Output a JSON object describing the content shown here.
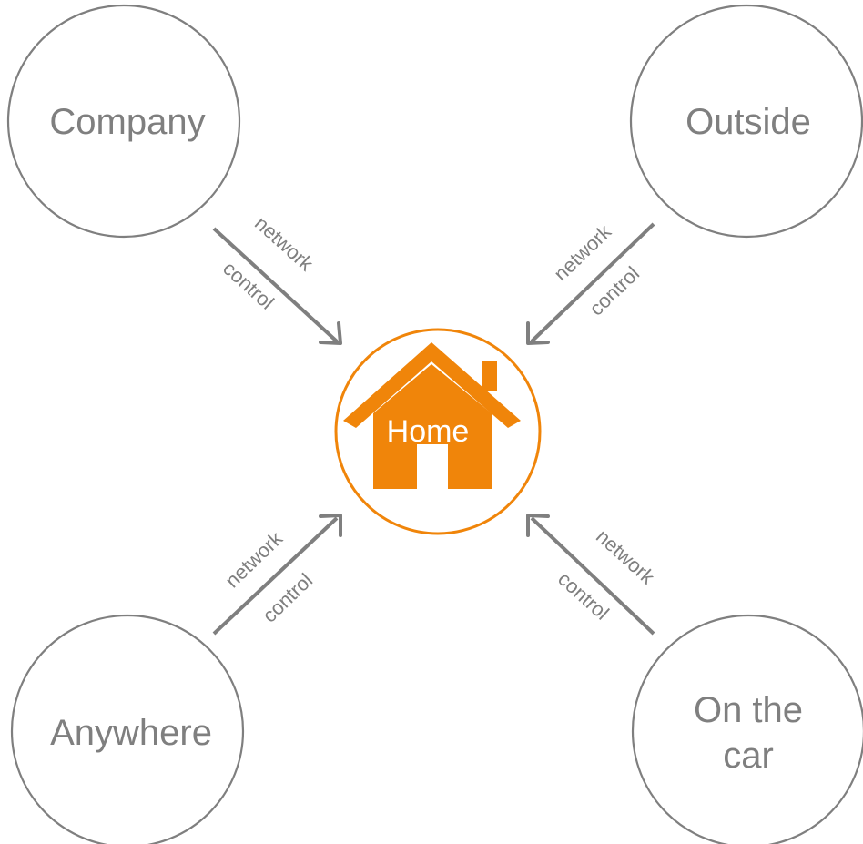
{
  "center": {
    "label": "Home",
    "icon": "house-icon"
  },
  "nodes": [
    {
      "id": "company",
      "lines": [
        "Company"
      ]
    },
    {
      "id": "outside",
      "lines": [
        "Outside"
      ]
    },
    {
      "id": "anywhere",
      "lines": [
        "Anywhere"
      ]
    },
    {
      "id": "car",
      "lines": [
        "On the",
        "car"
      ]
    }
  ],
  "edges": [
    {
      "from": "company",
      "to": "home",
      "labels": [
        "network",
        "control"
      ]
    },
    {
      "from": "outside",
      "to": "home",
      "labels": [
        "network",
        "control"
      ]
    },
    {
      "from": "anywhere",
      "to": "home",
      "labels": [
        "network",
        "control"
      ]
    },
    {
      "from": "car",
      "to": "home",
      "labels": [
        "network",
        "control"
      ]
    }
  ],
  "colors": {
    "node_stroke": "#7f7f7f",
    "text": "#7f7f7f",
    "accent": "#f0850a",
    "background": "#ffffff"
  }
}
